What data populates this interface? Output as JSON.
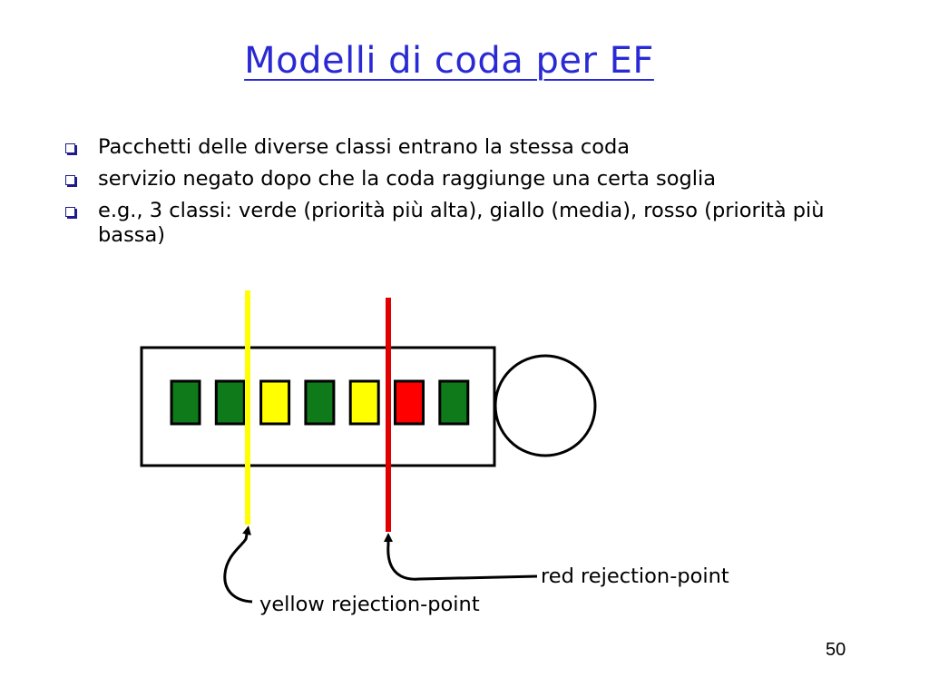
{
  "slide": {
    "title": "Modelli di coda per EF",
    "bullets": [
      "Pacchetti delle diverse classi entrano la stessa coda",
      "servizio negato dopo che la coda raggiunge una certa soglia",
      "e.g., 3 classi: verde (priorità più alta), giallo (media), rosso (priorità più bassa)"
    ],
    "page_number": "50"
  },
  "diagram": {
    "packets": [
      "green",
      "green",
      "yellow",
      "green",
      "yellow",
      "red",
      "green"
    ],
    "colors": {
      "green": "#0e7a1a",
      "yellow": "#ffff00",
      "red": "#ff0000",
      "yellow_line": "#ffff00",
      "red_line": "#e00000"
    },
    "labels": {
      "red_rejection": "red rejection-point",
      "yellow_rejection": "yellow rejection-point"
    }
  }
}
